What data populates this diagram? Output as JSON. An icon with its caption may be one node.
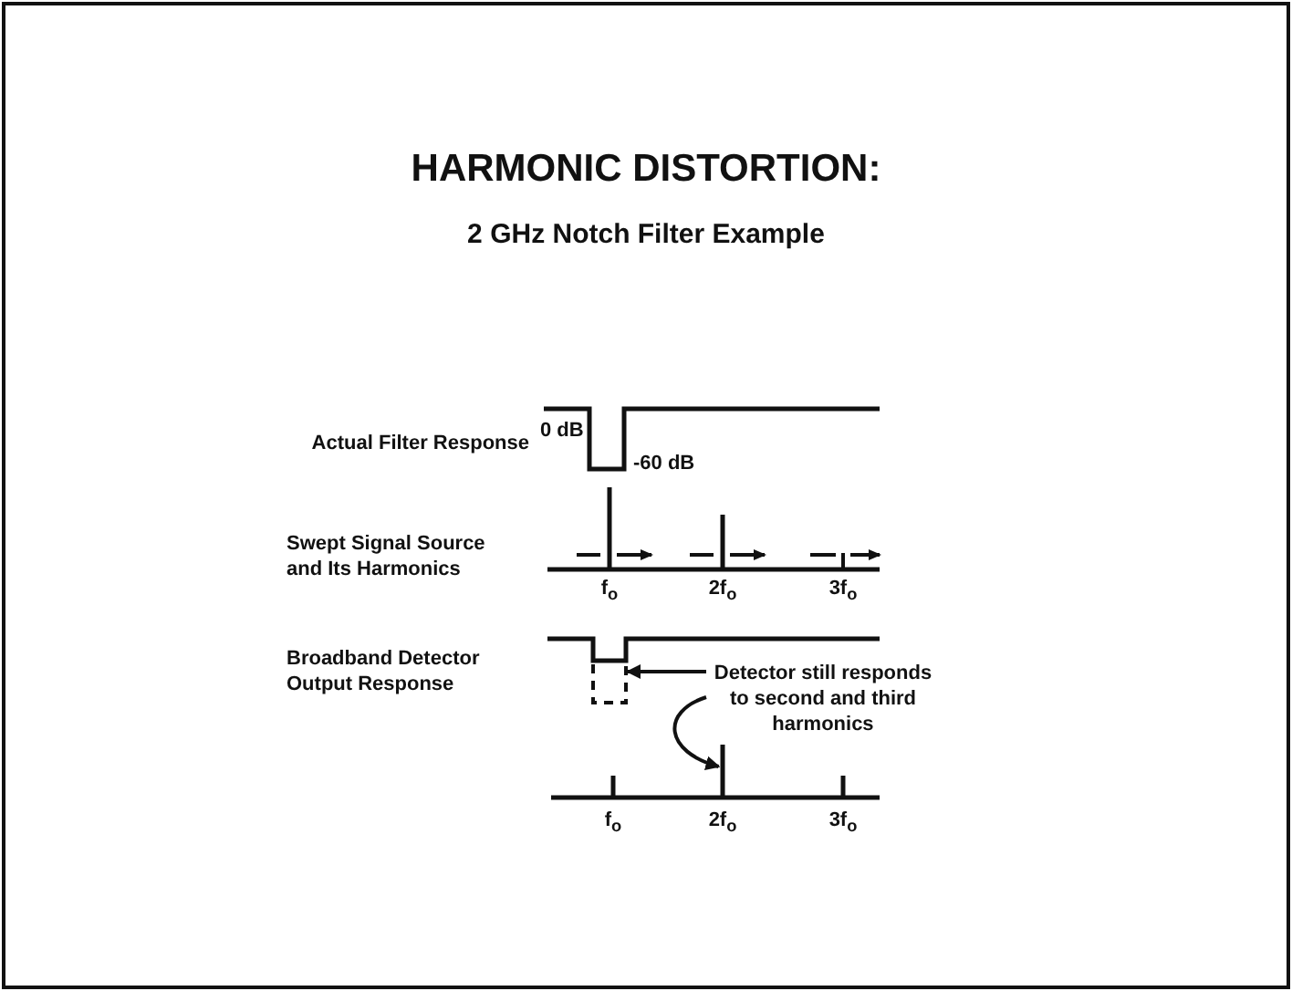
{
  "diagram": {
    "title": "HARMONIC DISTORTION:",
    "nodes": [
      {
        "text": [
          "Detector still responds to second and third harmonics"
        ]
      },
      {
        "text": [],
        "shape": "box"
      },
      {
        "text": [],
        "shape": "bar"
      }
    ],
    "edges": [
      {
        "from": 0,
        "to": 1,
        "arrow": "to"
      },
      {
        "from": 0,
        "to": 2,
        "arrow": "to"
      }
    ],
    "labels": [
      "2 GHz Notch Filter Example",
      "Actual Filter Response",
      "0 dB",
      "-60 dB",
      "Swept Signal Source and Its Harmonics",
      "f$_{o}$",
      "2f$_{o}$",
      "3f$_{o}$",
      "Broadband Detector Output Response",
      "f$_{o}$",
      "2f$_{o}$",
      "3f$_{o}$"
    ]
  }
}
